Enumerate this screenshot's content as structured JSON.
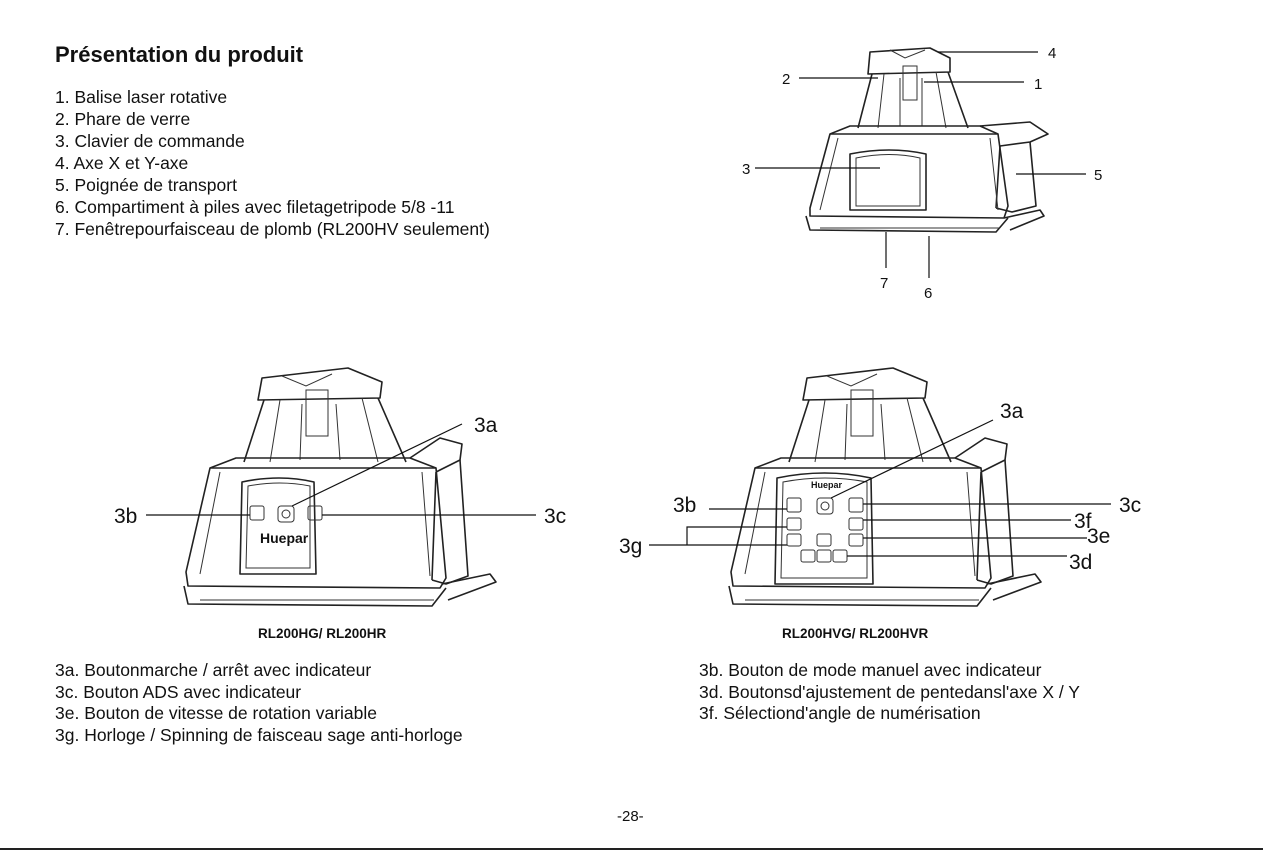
{
  "title": "Présentation du produit",
  "parts": [
    "1. Balise laser rotative",
    "2. Phare de verre",
    "3. Clavier de commande",
    "4. Axe X et Y-axe",
    "5. Poignée de transport",
    "6. Compartiment à piles avec filetagetripode 5/8 -11",
    "7. Fenêtrepourfaisceau de plomb (RL200HV seulement)"
  ],
  "top_figure": {
    "labels": [
      "1",
      "2",
      "3",
      "4",
      "5",
      "6",
      "7"
    ]
  },
  "left_figure": {
    "caption": "RL200HG/ RL200HR",
    "labels": [
      "3a",
      "3b",
      "3c"
    ],
    "brand": "Huepar"
  },
  "right_figure": {
    "caption": "RL200HVG/ RL200HVR",
    "labels": [
      "3a",
      "3b",
      "3c",
      "3d",
      "3e",
      "3f",
      "3g"
    ],
    "brand": "Huepar"
  },
  "descriptions_left": [
    "3a. Boutonmarche / arrêt avec indicateur",
    "3c. Bouton ADS avec indicateur",
    "3e. Bouton de vitesse de rotation variable",
    "3g. Horloge / Spinning de faisceau sage anti-horloge"
  ],
  "descriptions_right": [
    "3b. Bouton de mode manuel avec indicateur",
    "3d. Boutonsd'ajustement de pentedansl'axe X / Y",
    "3f. Sélectiond'angle de numérisation"
  ],
  "page_number": "-28-"
}
